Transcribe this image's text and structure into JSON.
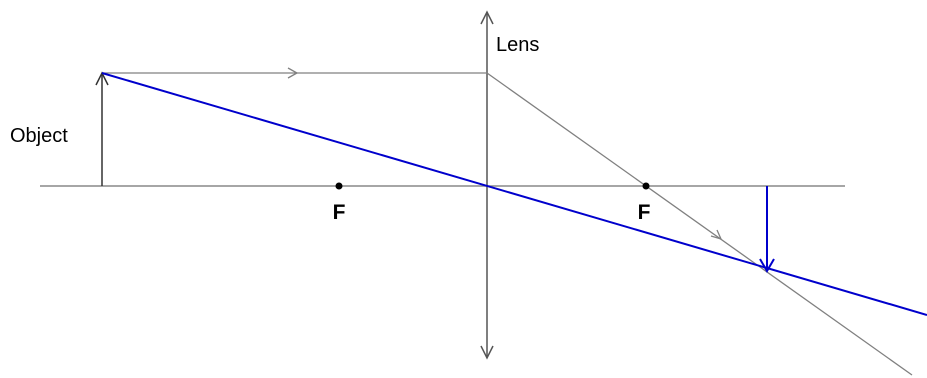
{
  "labels": {
    "lens": "Lens",
    "object": "Object",
    "focal_left": "F",
    "focal_right": "F"
  },
  "colors": {
    "background": "#ffffff",
    "axis": "#888888",
    "ray_gray": "#808080",
    "lens": "#555555",
    "object_arrow": "#333333",
    "ray_blue": "#0000cc",
    "image_arrow": "#0000cc",
    "focal_point": "#000000"
  }
}
